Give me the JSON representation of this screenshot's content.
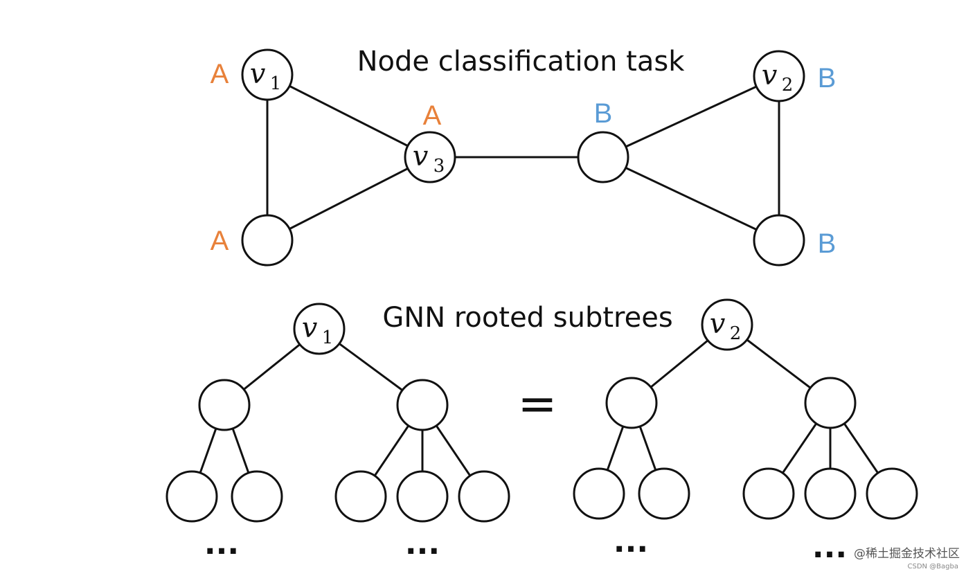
{
  "top_title": "Node classification task",
  "bottom_title": "GNN rooted subtrees",
  "equals_sign": "=",
  "ellipsis": "...",
  "colors": {
    "class_a": "#E8813A",
    "class_b": "#5A9BD5",
    "stroke": "#111111"
  },
  "labels": {
    "v1": {
      "base": "v",
      "sub": "1"
    },
    "v2": {
      "base": "v",
      "sub": "2"
    },
    "v3": {
      "base": "v",
      "sub": "3"
    }
  },
  "classes": {
    "v1": "A",
    "v3": "A",
    "bottom_left": "A",
    "right_mid": "B",
    "v2": "B",
    "bottom_right": "B"
  },
  "watermark": {
    "main": "@稀土掘金技术社区",
    "sub": "CSDN @Bagba"
  }
}
